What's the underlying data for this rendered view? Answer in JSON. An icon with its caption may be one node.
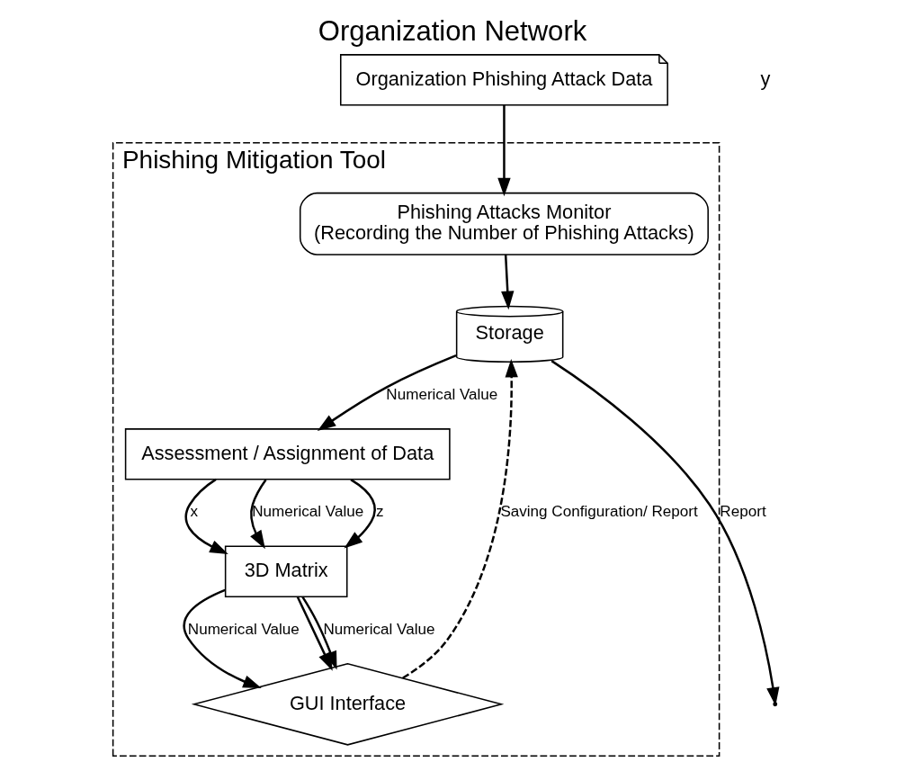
{
  "diagram": {
    "title": "Organization Network",
    "nodes": [
      {
        "text": [
          "Organization Phishing Attack Data"
        ]
      },
      {
        "text": [
          "Phishing Mitigation Tool"
        ]
      },
      {
        "text": [
          "Phishing Attacks Monitor",
          "(Recording the Number of Phishing Attacks)"
        ],
        "in": 1
      },
      {
        "text": [
          "Storage"
        ],
        "in": 1
      },
      {
        "text": [
          "Assessment / Assignment of Data"
        ],
        "in": 1
      },
      {
        "text": [
          "3D Matrix"
        ],
        "in": 1
      },
      {
        "text": [
          "GUI Interface"
        ],
        "in": 1
      }
    ],
    "edges": [
      {
        "from": 0,
        "to": 2,
        "arrow": "to"
      },
      {
        "from": 2,
        "to": 3,
        "arrow": "to"
      },
      {
        "from": 3,
        "to": null,
        "arrow": "to",
        "label": "Report"
      },
      {
        "from": 3,
        "to": 4,
        "arrow": "to",
        "label": "Numerical Value"
      },
      {
        "from": 4,
        "to": 5,
        "arrow": "to",
        "label": "x"
      },
      {
        "from": 4,
        "to": 5,
        "arrow": "to",
        "label": "Numerical Value"
      },
      {
        "from": 4,
        "to": 5,
        "arrow": "to",
        "label": "z"
      },
      {
        "from": 5,
        "to": 6,
        "arrow": "to",
        "label": "Numerical Value"
      },
      {
        "from": 5,
        "to": 6,
        "arrow": "to"
      },
      {
        "from": 5,
        "to": 6,
        "arrow": "to",
        "label": "Numerical Value"
      },
      {
        "from": 6,
        "to": 3,
        "arrow": "to",
        "label": "Saving Configuration/ Report",
        "style": "dashed"
      }
    ],
    "labels": [
      "y"
    ]
  }
}
